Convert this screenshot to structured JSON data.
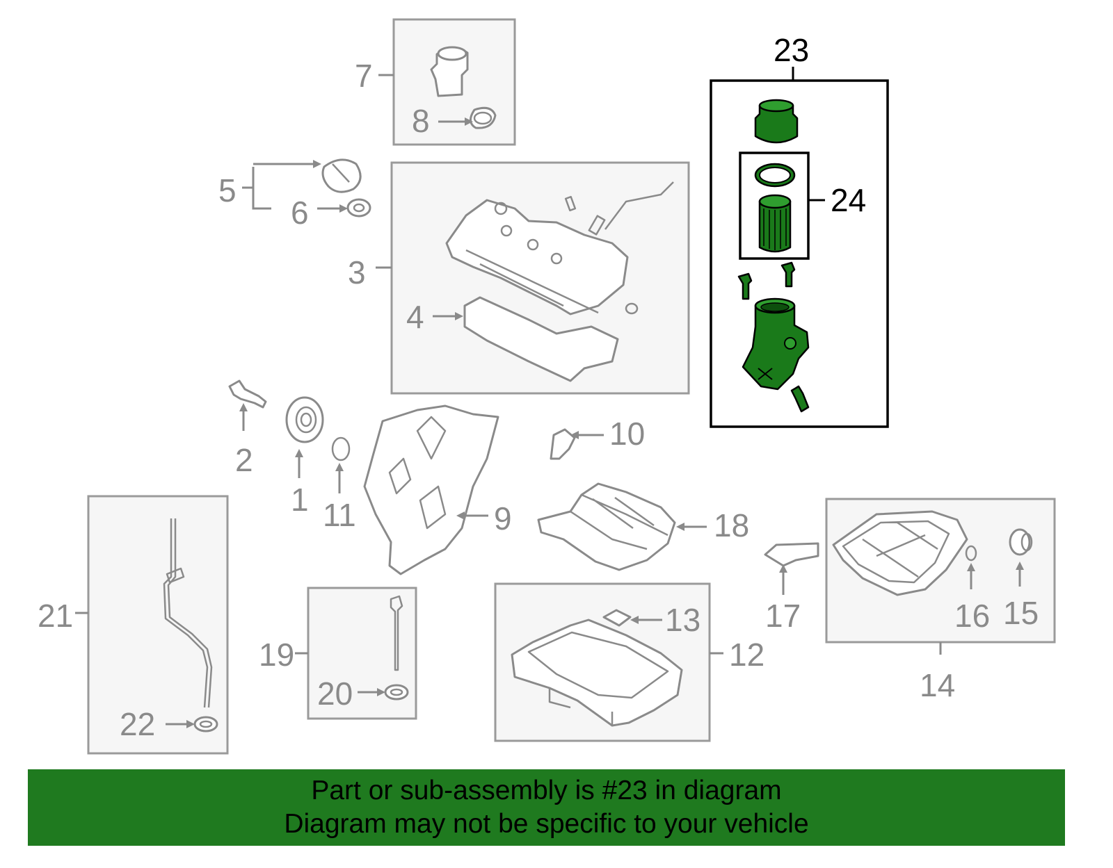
{
  "diagram": {
    "callouts": {
      "c1": "1",
      "c2": "2",
      "c3": "3",
      "c4": "4",
      "c5": "5",
      "c6": "6",
      "c7": "7",
      "c8": "8",
      "c9": "9",
      "c10": "10",
      "c11": "11",
      "c12": "12",
      "c13": "13",
      "c14": "14",
      "c15": "15",
      "c16": "16",
      "c17": "17",
      "c18": "18",
      "c19": "19",
      "c20": "20",
      "c21": "21",
      "c22": "22",
      "c23": "23",
      "c24": "24"
    },
    "highlight_color": "#1a7a1a"
  },
  "banner": {
    "line1": "Part or sub-assembly is #23 in diagram",
    "line2": "Diagram may not be specific to your vehicle",
    "background": "#1f7a1f"
  }
}
